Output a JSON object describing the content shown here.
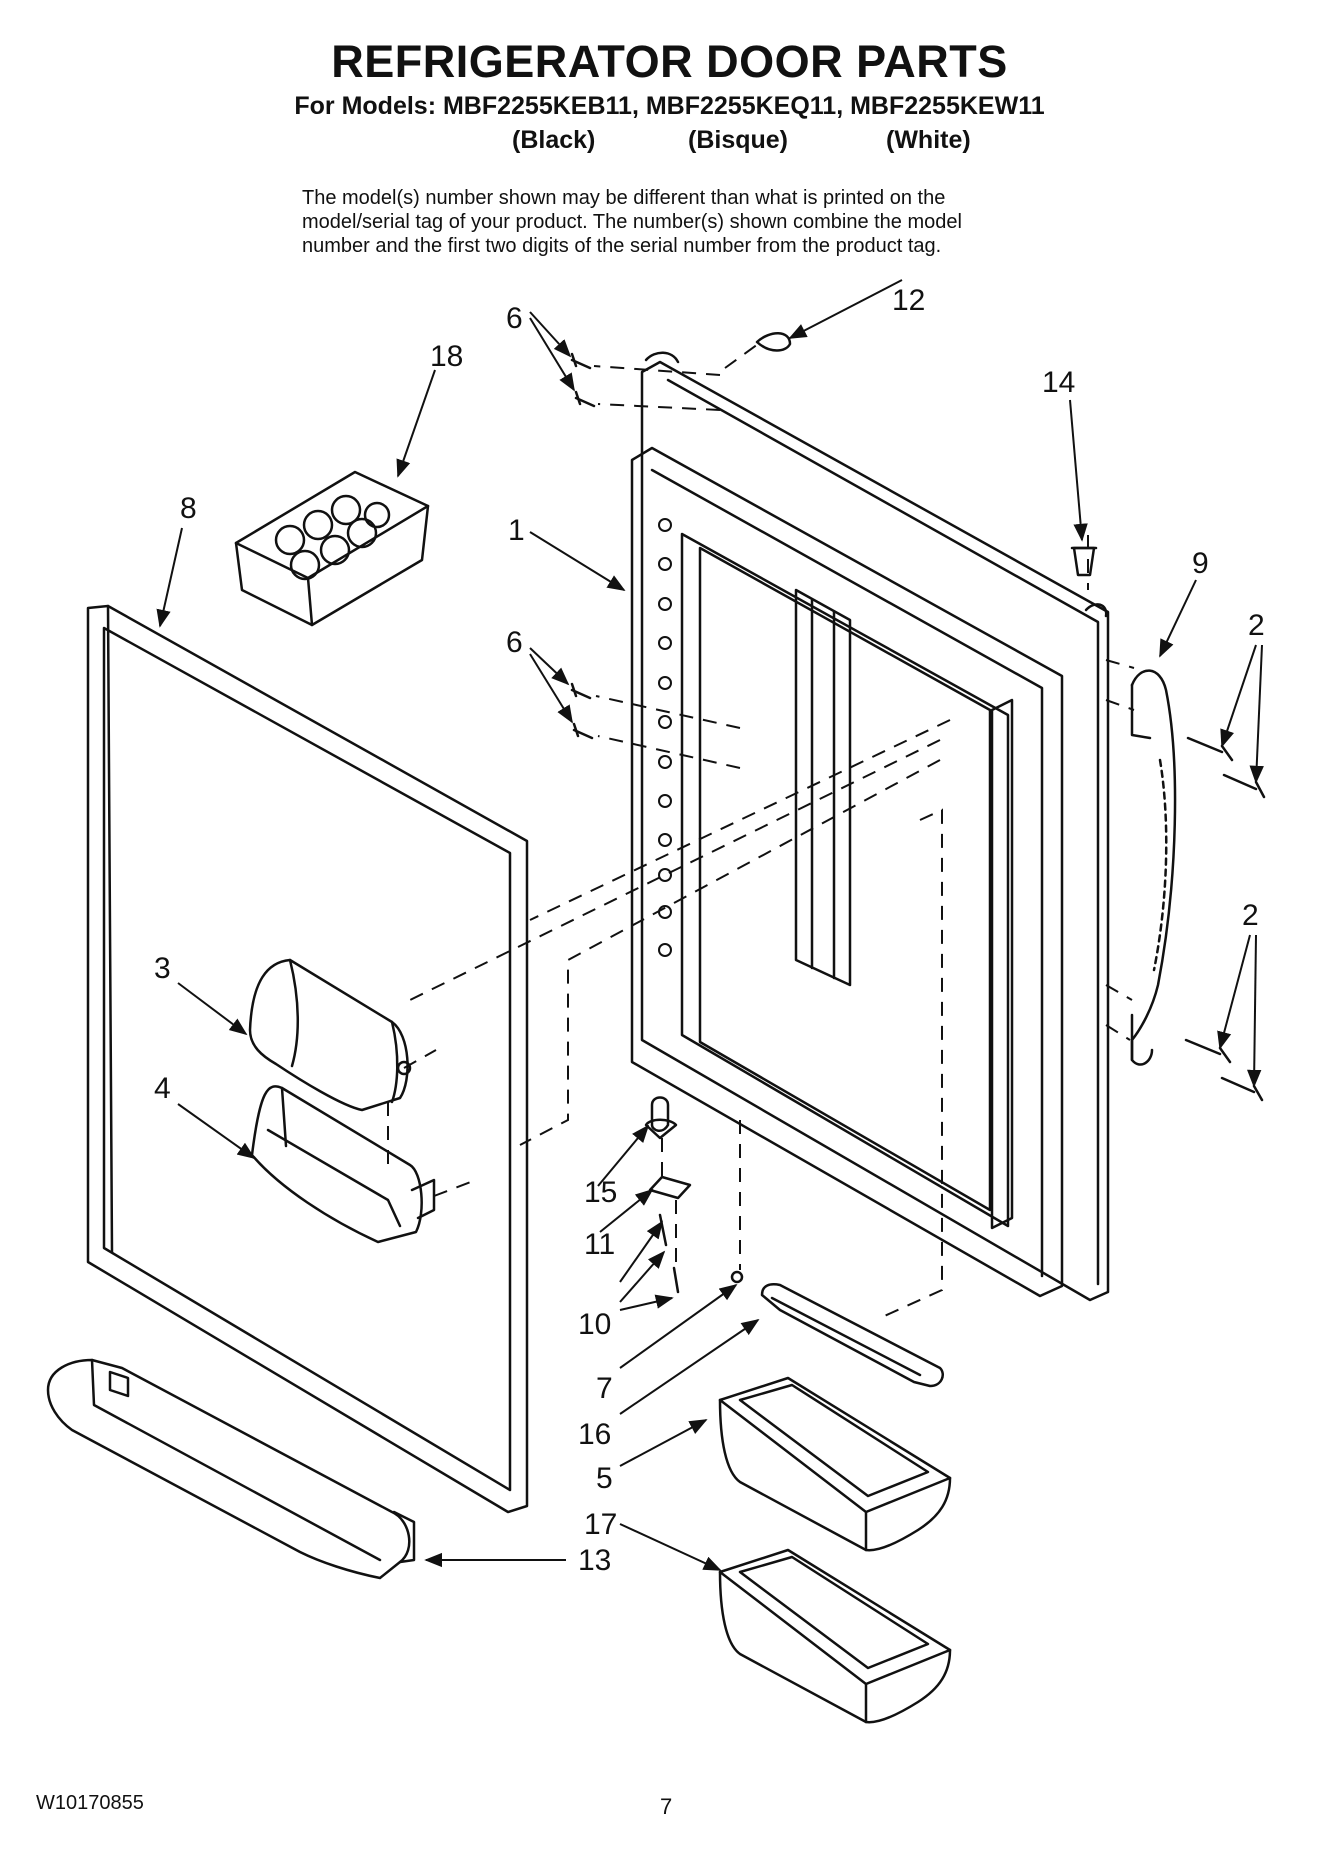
{
  "header": {
    "title": "REFRIGERATOR DOOR PARTS",
    "models": "For Models: MBF2255KEB11, MBF2255KEQ11, MBF2255KEW11",
    "colors": [
      "(Black)",
      "(Bisque)",
      "(White)"
    ]
  },
  "note": [
    "The model(s) number shown may be different than what is printed on the",
    "model/serial tag of your product. The number(s) shown combine the model",
    "number and the first two digits of the serial number from the product tag."
  ],
  "callouts": {
    "n1": "1",
    "n2a": "2",
    "n2b": "2",
    "n3": "3",
    "n4": "4",
    "n5": "5",
    "n6a": "6",
    "n6b": "6",
    "n7": "7",
    "n8": "8",
    "n9": "9",
    "n10": "10",
    "n11": "11",
    "n12": "12",
    "n13": "13",
    "n14": "14",
    "n15": "15",
    "n16": "16",
    "n17": "17",
    "n18": "18"
  },
  "footer": {
    "doc_number": "W10170855",
    "page_number": "7"
  }
}
